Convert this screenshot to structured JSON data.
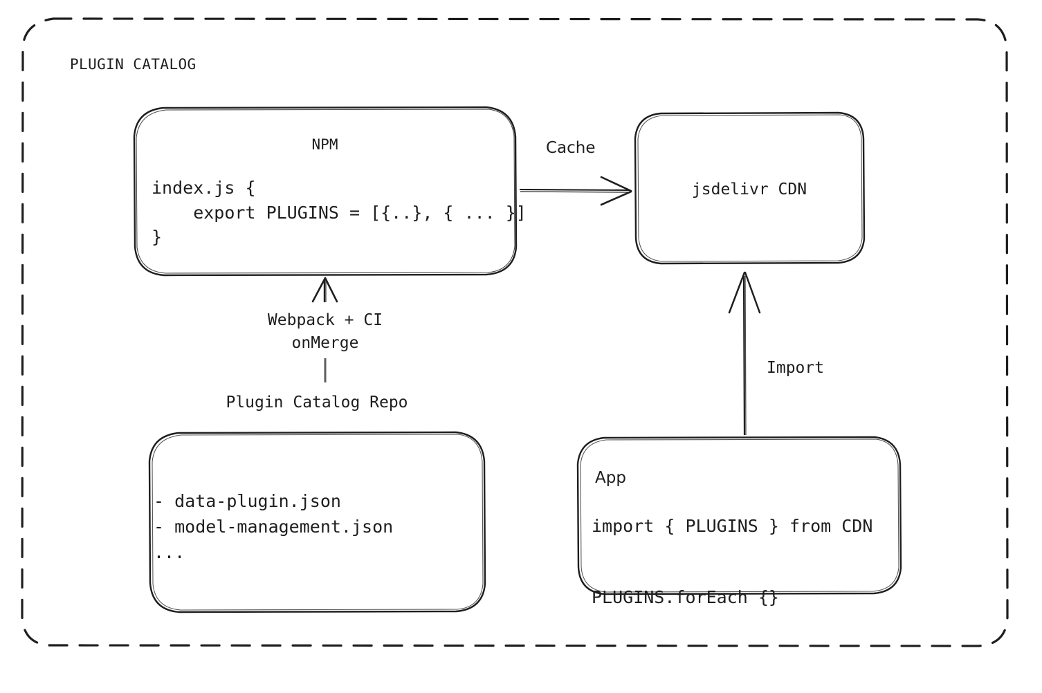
{
  "frame": {
    "title": "PLUGIN CATALOG",
    "style": "dashed-rounded-rect"
  },
  "colors": {
    "stroke": "#1e1e1e",
    "background": "#ffffff",
    "text": "#1e1e1e"
  },
  "nodes": {
    "npm": {
      "title": "NPM",
      "code": "index.js {\n    export PLUGINS = [{..}, { ... }]\n}"
    },
    "cdn": {
      "title": "jsdelivr CDN"
    },
    "repo": {
      "label": "Plugin Catalog Repo",
      "content": "- data-plugin.json\n- model-management.json\n..."
    },
    "app": {
      "title": "App",
      "code": "import { PLUGINS } from CDN\n\nPLUGINS.forEach {}"
    }
  },
  "edges": {
    "cache": {
      "label": "Cache",
      "from": "npm",
      "to": "cdn",
      "direction": "right"
    },
    "webpack": {
      "label": "Webpack + CI\nonMerge",
      "from": "repo",
      "to": "npm",
      "direction": "up"
    },
    "import": {
      "label": "Import",
      "from": "app",
      "to": "cdn",
      "direction": "up"
    }
  }
}
